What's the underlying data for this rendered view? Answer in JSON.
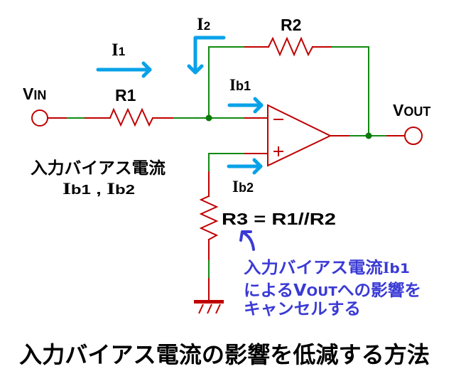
{
  "title": "入力バイアス電流の影響を低減する方法",
  "colors": {
    "wire_red": "#c00000",
    "wire_green": "#108a10",
    "node": "#0a7a0a",
    "arrow_cyan": "#09a2e8",
    "note_blue": "#3a3ad6",
    "text": "#000000"
  },
  "circuit": {
    "vin": {
      "main": "V",
      "sub": "IN"
    },
    "vout": {
      "main": "V",
      "sub": "OUT"
    },
    "r1": "R1",
    "r2": "R2",
    "r3_equation": "R3 = R1//R2",
    "currents": {
      "i1": {
        "main": "I",
        "sub": "1"
      },
      "i2": {
        "main": "I",
        "sub": "2"
      },
      "ib1": {
        "main": "I",
        "sub": "b1"
      },
      "ib2": {
        "main": "I",
        "sub": "b2"
      }
    },
    "opamp": {
      "inverting": "−",
      "non_inverting": "+"
    }
  },
  "bias_current_label": {
    "line1": "入力バイアス電流",
    "ib1_main": "I",
    "ib1_sub": "b1",
    "separator": " , ",
    "ib2_main": "I",
    "ib2_sub": "b2"
  },
  "annotation": {
    "line1_text": "入力バイアス電流",
    "line1_i": "I",
    "line1_sub": "b1",
    "line2_prefix": "による",
    "line2_v": "V",
    "line2_sub": "OUT",
    "line2_suffix": "への影響を",
    "line3": "キャンセルする"
  }
}
